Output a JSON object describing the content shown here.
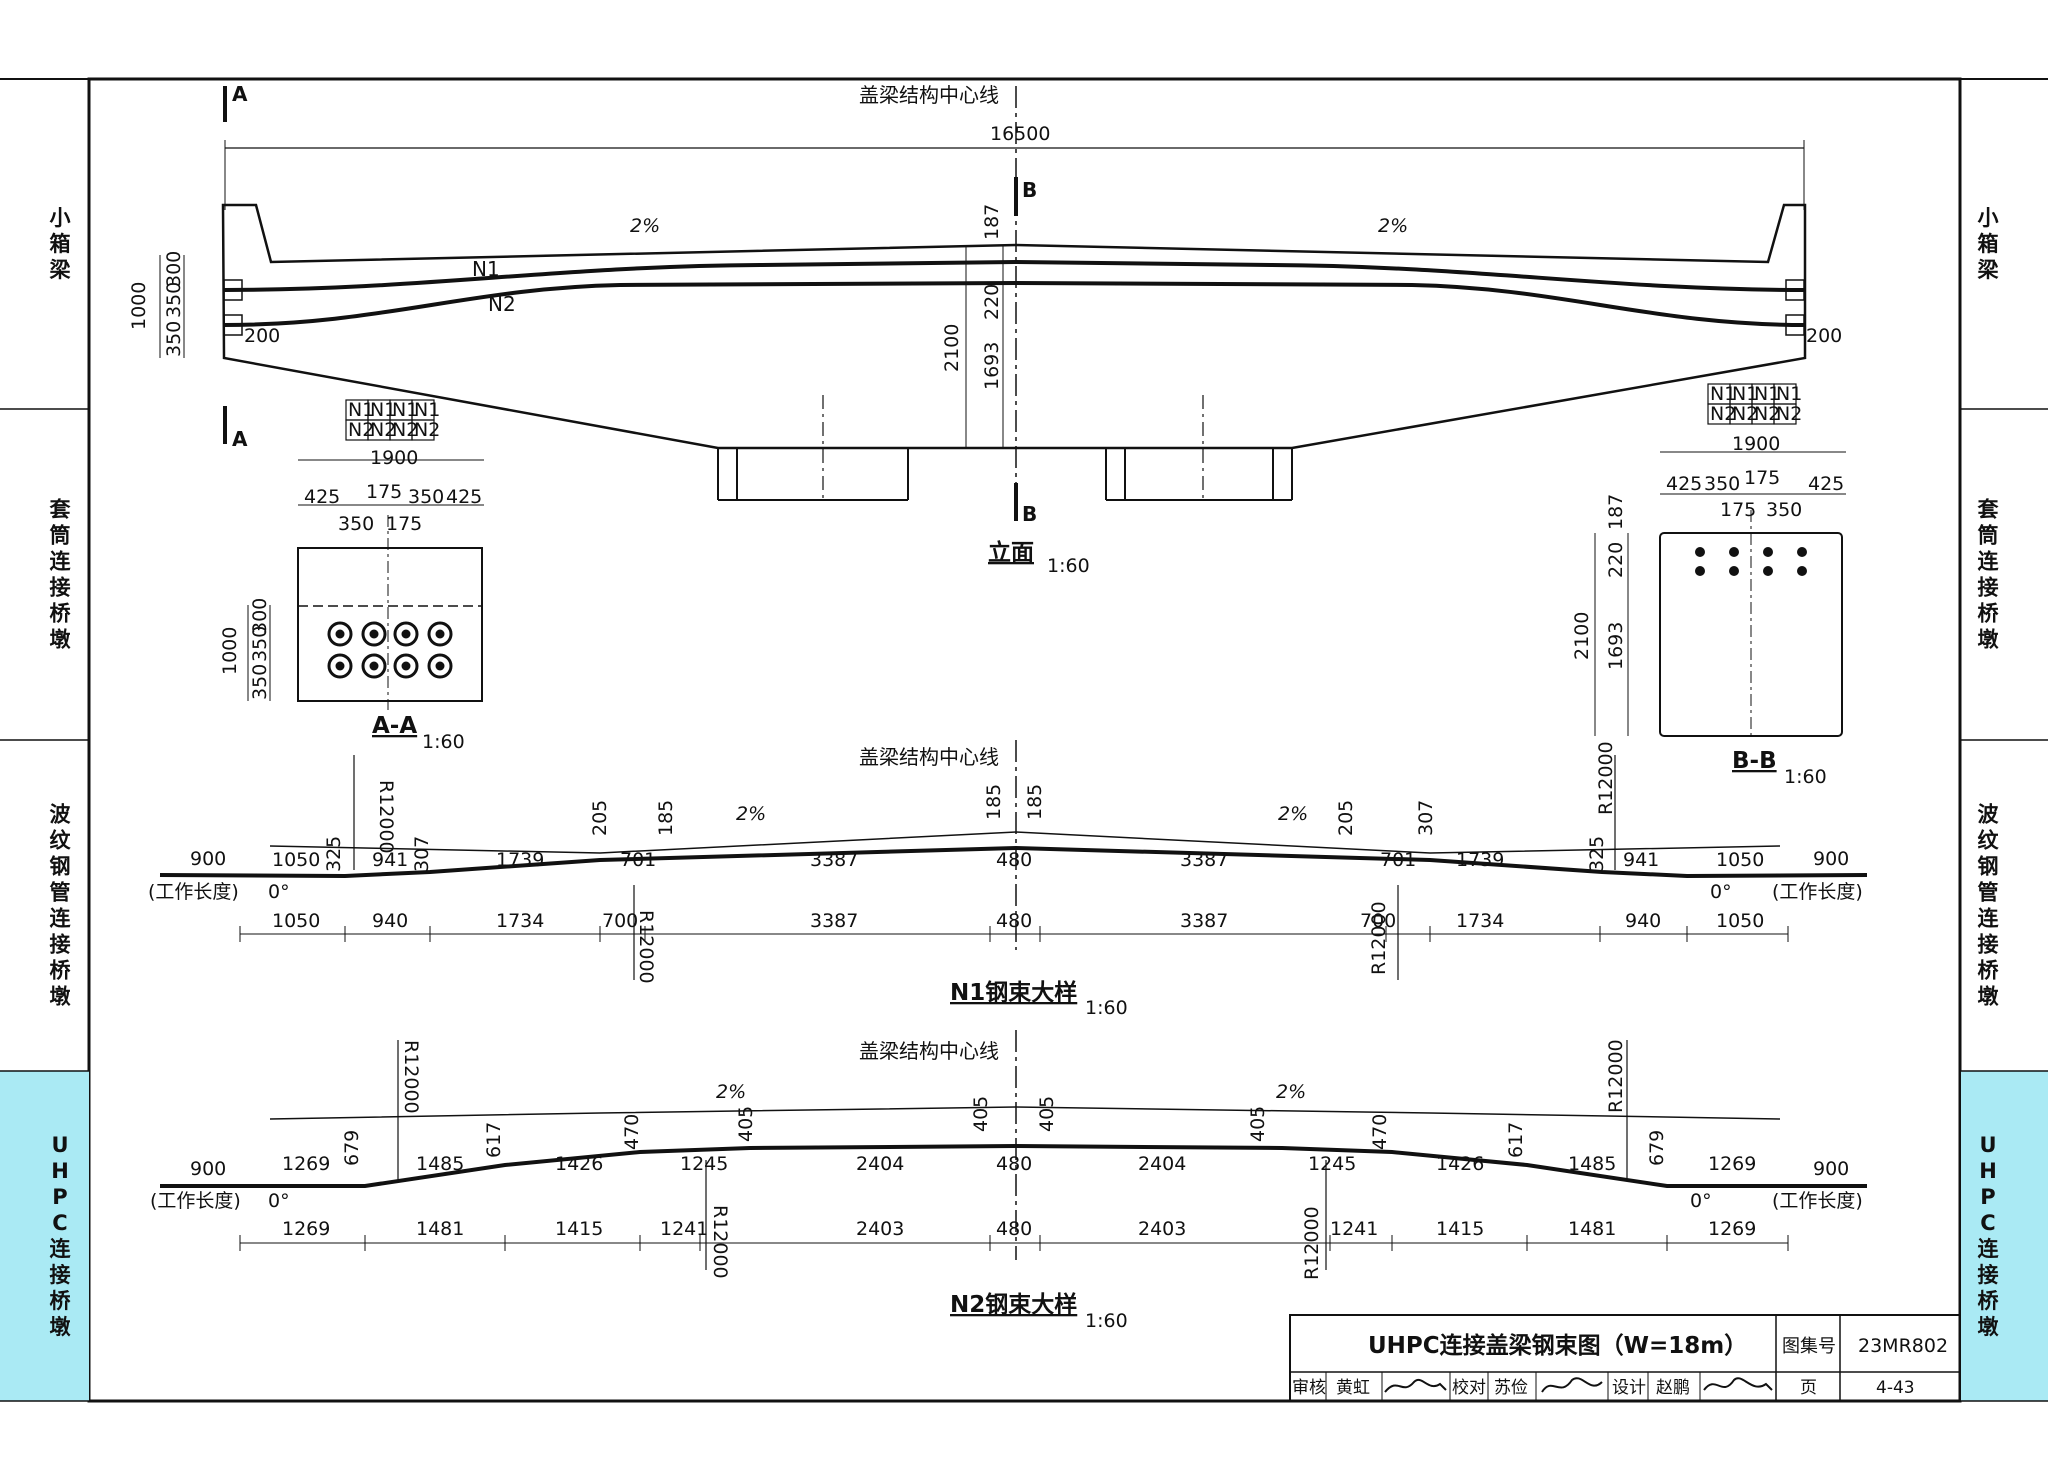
{
  "sidebar": {
    "left": [
      "小箱梁",
      "套筒连接桥墩",
      "波纹钢管连接桥墩",
      "UHPC连接桥墩"
    ],
    "right": [
      "小箱梁",
      "套筒连接桥墩",
      "波纹钢管连接桥墩",
      "UHPC连接桥墩"
    ],
    "highlight_color": "#aaeaf4"
  },
  "elevation": {
    "center_label": "盖梁结构中心线",
    "total_width": "16500",
    "section_a": "A",
    "section_b": "B",
    "slope": "2%",
    "tendon_n1": "N1",
    "tendon_n2": "N2",
    "dims_left": [
      "1000",
      "350",
      "350",
      "300",
      "200"
    ],
    "dims_right": "200",
    "dims_center": [
      "187",
      "220",
      "2100",
      "1693"
    ],
    "title": "立面",
    "scale": "1:60"
  },
  "section_aa": {
    "legend_top": [
      "N1",
      "N1",
      "N1",
      "N1"
    ],
    "legend_bottom": [
      "N2",
      "N2",
      "N2",
      "N2"
    ],
    "width": "1900",
    "top_dims": [
      "425",
      "175",
      "350",
      "425"
    ],
    "bottom_dims": [
      "350",
      "175"
    ],
    "side_dims": [
      "1000",
      "350",
      "350",
      "300"
    ],
    "title": "A-A",
    "scale": "1:60"
  },
  "section_bb": {
    "legend_top": [
      "N1",
      "N1",
      "N1",
      "N1"
    ],
    "legend_bottom": [
      "N2",
      "N2",
      "N2",
      "N2"
    ],
    "width": "1900",
    "top_dims": [
      "425",
      "350",
      "175",
      "425"
    ],
    "bottom_dims": [
      "175",
      "350"
    ],
    "side_dims": [
      "187",
      "220",
      "2100",
      "1693"
    ],
    "title": "B-B",
    "scale": "1:60"
  },
  "n1_detail": {
    "center_label": "盖梁结构中心线",
    "radius": "R12000",
    "slope": "2%",
    "work_length": "900",
    "work_label": "(工作长度)",
    "angle": "0°",
    "top_dims": [
      "1050",
      "941",
      "1739",
      "701",
      "3387",
      "480",
      "3387",
      "701",
      "1739",
      "941",
      "1050"
    ],
    "heights": [
      "325",
      "307",
      "205",
      "185",
      "185",
      "185",
      "205",
      "307",
      "325"
    ],
    "bottom_dims": [
      "1050",
      "940",
      "1734",
      "700",
      "3387",
      "480",
      "3387",
      "700",
      "1734",
      "940",
      "1050"
    ],
    "title": "N1钢束大样",
    "scale": "1:60"
  },
  "n2_detail": {
    "center_label": "盖梁结构中心线",
    "radius": "R12000",
    "slope": "2%",
    "work_length": "900",
    "work_label": "(工作长度)",
    "angle": "0°",
    "top_dims": [
      "1269",
      "1485",
      "1426",
      "1245",
      "2404",
      "480",
      "2404",
      "1245",
      "1426",
      "1485",
      "1269"
    ],
    "heights": [
      "679",
      "617",
      "470",
      "405",
      "405",
      "405",
      "405",
      "470",
      "617",
      "679"
    ],
    "bottom_dims": [
      "1269",
      "1481",
      "1415",
      "1241",
      "2403",
      "480",
      "2403",
      "1241",
      "1415",
      "1481",
      "1269"
    ],
    "title": "N2钢束大样",
    "scale": "1:60"
  },
  "titleblock": {
    "drawing_title": "UHPC连接盖梁钢束图（W=18m）",
    "atlas_label": "图集号",
    "atlas_no": "23MR802",
    "review_label": "审核",
    "reviewer": "黄虹",
    "check_label": "校对",
    "checker": "苏俭",
    "design_label": "设计",
    "designer": "赵鹏",
    "page_label": "页",
    "page_no": "4-43"
  }
}
